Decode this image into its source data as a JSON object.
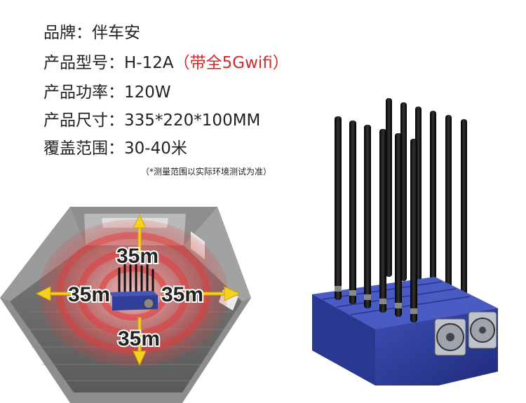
{
  "specs": [
    {
      "label": "品牌：",
      "value": "伴车安",
      "note": ""
    },
    {
      "label": "产品型号：",
      "value": "H-12A",
      "note": "（带全5Gwifi）"
    },
    {
      "label": "产品功率：",
      "value": "120W",
      "note": ""
    },
    {
      "label": "产品尺寸：",
      "value": "335*220*100MM",
      "note": ""
    },
    {
      "label": "覆盖范围：",
      "value": "30-40米",
      "note": ""
    }
  ],
  "footnote": "（*测量范围以实际环境测试为准）",
  "coverage": {
    "up": "35m",
    "left": "35m",
    "right": "35m",
    "down": "35m"
  },
  "colors": {
    "note_red": "#d22a2a",
    "device_blue": "#2f3f9a",
    "antenna": "#111111",
    "ring_red": "#e23a3a",
    "arrow_yellow": "#f6d21c"
  }
}
